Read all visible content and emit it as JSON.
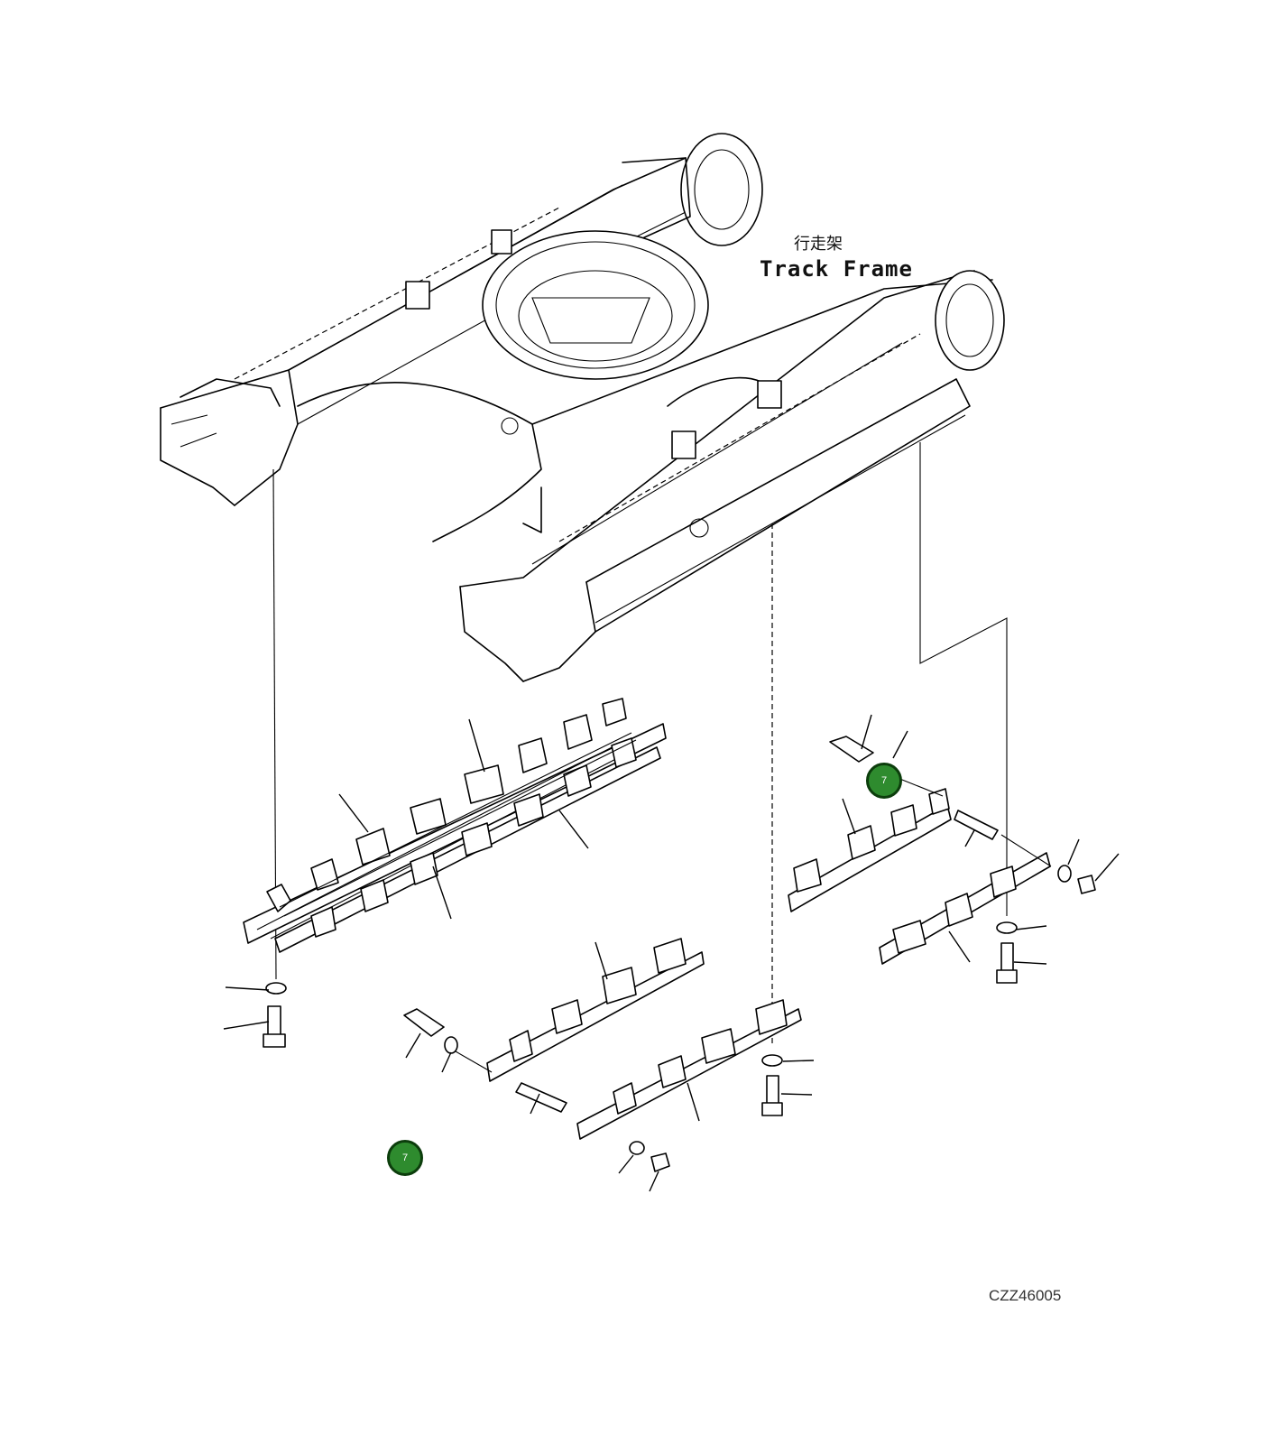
{
  "title_cn": "行走架",
  "title_en": "Track Frame",
  "drawing_code": "CZZ46005",
  "callouts": [
    {
      "label": "7"
    },
    {
      "label": "7"
    }
  ],
  "colors": {
    "callout_fill": "#2e8b2e",
    "callout_border": "#0c3d0c",
    "line": "#000000"
  }
}
